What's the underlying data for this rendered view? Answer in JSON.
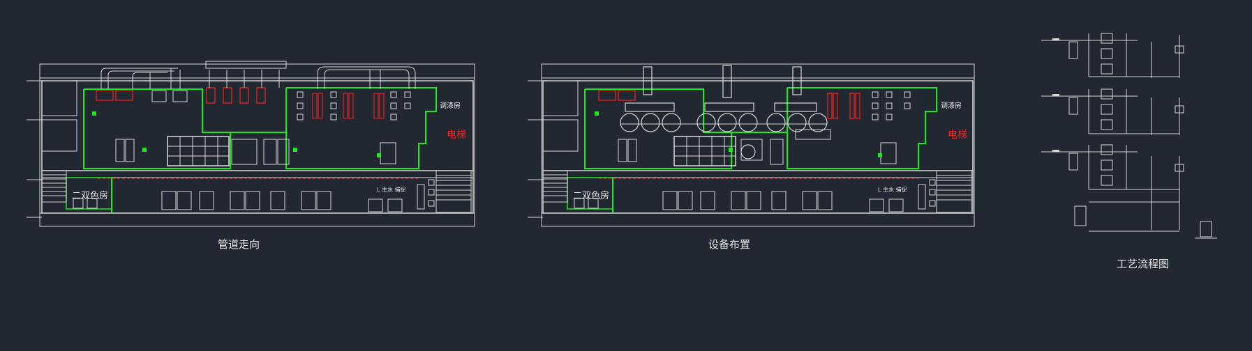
{
  "colors": {
    "background": "#212831",
    "wall": "#d8d8d8",
    "clean_zone": "#1ee81e",
    "duct_red": "#ff2020",
    "label": "#e6e6e6"
  },
  "plan_left": {
    "caption": "管道走向",
    "room_label_ac": "调漆房",
    "room_label_elevator": "电梯",
    "room_label_colorroom": "二双色房",
    "room_label_corridor": "L 主水 捕捉"
  },
  "plan_middle": {
    "caption": "设备布置",
    "room_label_ac": "调漆房",
    "room_label_elevator": "电梯",
    "room_label_colorroom": "二双色房",
    "room_label_corridor": "L 主水 捕捉"
  },
  "process_flow": {
    "caption": "工艺流程图"
  }
}
